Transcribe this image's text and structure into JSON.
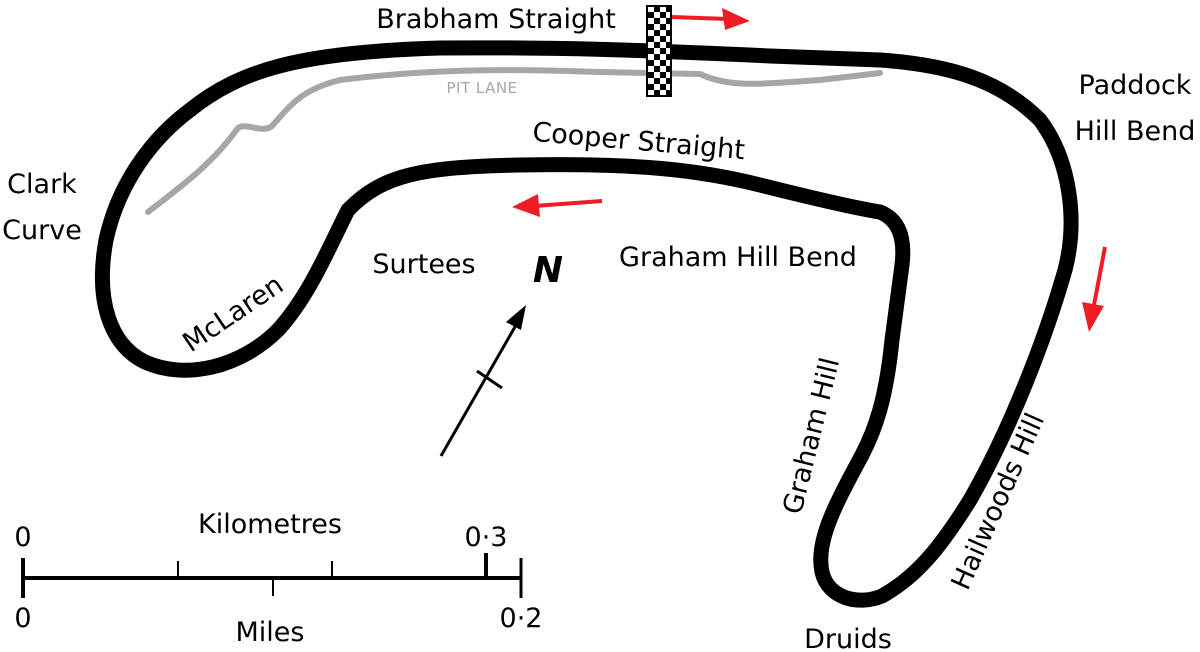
{
  "corners": {
    "brabham_straight": "Brabham Straight",
    "paddock_line1": "Paddock",
    "paddock_line2": "Hill Bend",
    "cooper_straight": "Cooper Straight",
    "clark_line1": "Clark",
    "clark_line2": "Curve",
    "surtees": "Surtees",
    "graham_hill_bend": "Graham Hill Bend",
    "mclaren": "McLaren",
    "graham_hill": "Graham Hill",
    "hailwoods_hill": "Hailwoods Hill",
    "druids": "Druids"
  },
  "pit_lane": "PIT LANE",
  "north": "N",
  "scale": {
    "km_label": "Kilometres",
    "km_zero": "0",
    "km_end": "0·3",
    "miles_label": "Miles",
    "miles_zero": "0",
    "miles_end": "0·2"
  },
  "colors": {
    "track": "#000000",
    "pit_lane": "#a6a6a6",
    "direction_arrow": "#ee1c25"
  }
}
